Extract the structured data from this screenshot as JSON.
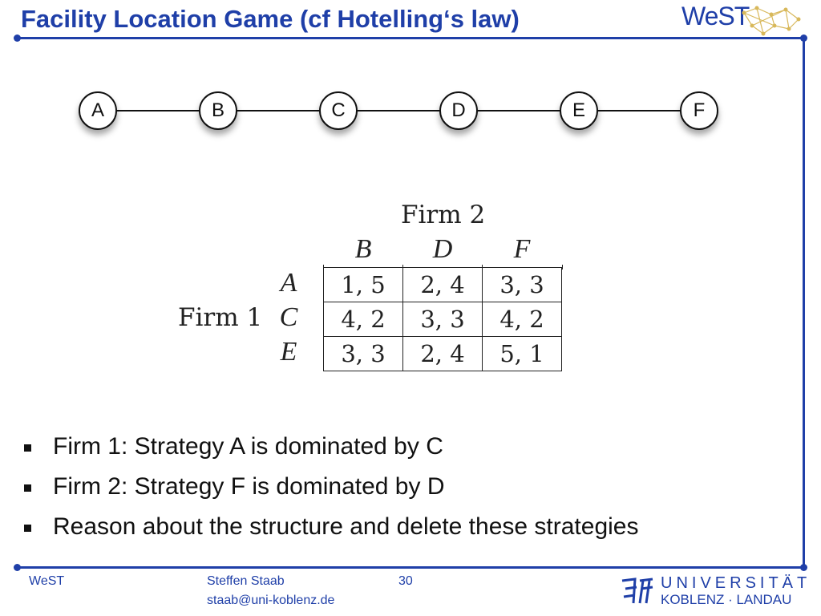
{
  "slide": {
    "title": "Facility Location Game (cf Hotelling‘s law)",
    "logo_text": "WeST"
  },
  "graph": {
    "nodes": [
      "A",
      "B",
      "C",
      "D",
      "E",
      "F"
    ]
  },
  "game": {
    "firm2_label": "Firm 2",
    "firm1_label": "Firm 1",
    "columns": [
      "B",
      "D",
      "F"
    ],
    "rows": [
      {
        "label": "A",
        "cells": [
          "1, 5",
          "2, 4",
          "3, 3"
        ]
      },
      {
        "label": "C",
        "cells": [
          "4, 2",
          "3, 3",
          "4, 2"
        ]
      },
      {
        "label": "E",
        "cells": [
          "3, 3",
          "2, 4",
          "5, 1"
        ]
      }
    ]
  },
  "bullets": [
    "Firm 1: Strategy A is dominated by C",
    "Firm 2: Strategy F is dominated by D",
    "Reason about the structure and delete these strategies"
  ],
  "footer": {
    "left": "WeST",
    "author": "Steffen Staab",
    "email": "staab@uni-koblenz.de",
    "page": "30",
    "uni_line1": "UNIVERSITÄT",
    "uni_line2": "KOBLENZ · LANDAU"
  },
  "colors": {
    "accent": "#1f3fa8"
  }
}
